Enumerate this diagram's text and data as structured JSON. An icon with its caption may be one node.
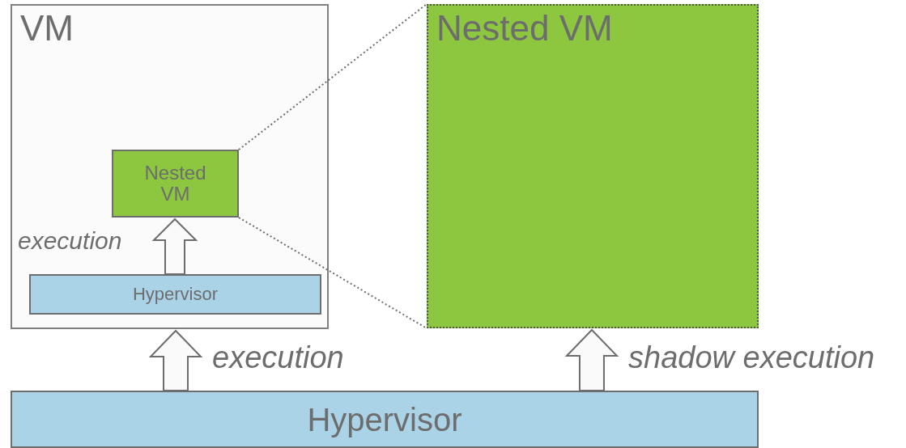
{
  "diagram": {
    "nodes": [
      {
        "text": [
          "VM"
        ]
      },
      {
        "text": [
          "Nested VM"
        ],
        "in": 0
      },
      {
        "text": [
          "Hypervisor"
        ],
        "in": 0
      },
      {
        "text": [
          "Nested VM"
        ]
      },
      {
        "text": [
          "Hypervisor"
        ]
      }
    ],
    "edges": [
      {
        "from": 2,
        "to": 1,
        "arrow": "to",
        "label": "execution"
      },
      {
        "from": 4,
        "to": 0,
        "arrow": "to",
        "label": "execution"
      },
      {
        "from": 4,
        "to": 3,
        "arrow": "to",
        "label": "shadow execution"
      },
      {
        "from": 1,
        "to": 3,
        "arrow": "none",
        "style": "dashed"
      },
      {
        "from": 1,
        "to": 3,
        "arrow": "none",
        "style": "dashed"
      }
    ]
  }
}
